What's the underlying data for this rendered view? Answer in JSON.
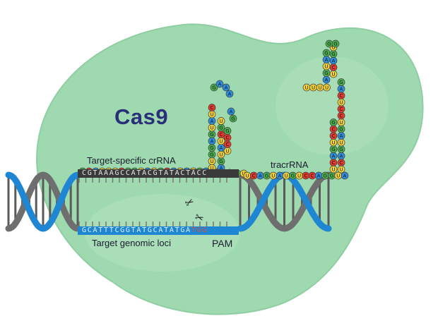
{
  "title": "Cas9",
  "labels": {
    "crrna": "Target-specific crRNA",
    "tracrrna": "tracrRNA",
    "genomic": "Target genomic loci",
    "pam": "PAM"
  },
  "sequences": {
    "target_top": "CGTAAAGCCATACGTATACTACC",
    "target_bottom_main": "GCATTTCGGTATGCATATGA",
    "target_bottom_pam": "TGG",
    "crrna_bases": "GCAUUUCGGUAUGCAUAUGAUG",
    "tracr_bases": "UCAGUAUGUCCAGGUA",
    "stem1_up": "UUGGAGUAUC",
    "stem1_down": "AGUAUCGU",
    "tracr_tail": "UUUU",
    "tracr_col": "UCAGUAGUCCUCAG",
    "tracr_top_left": "AGUAG",
    "tracr_top_right": "UCAGUCCG"
  },
  "colors": {
    "body": "#9ed9b0",
    "A": "#2f8fdc",
    "U": "#f2d23a",
    "G": "#4caf50",
    "C": "#e23a2e",
    "dna_gray": "#6e6e6e",
    "dna_blue": "#1f86d4"
  },
  "icons": [
    "scissors-icon",
    "scissors-icon"
  ]
}
